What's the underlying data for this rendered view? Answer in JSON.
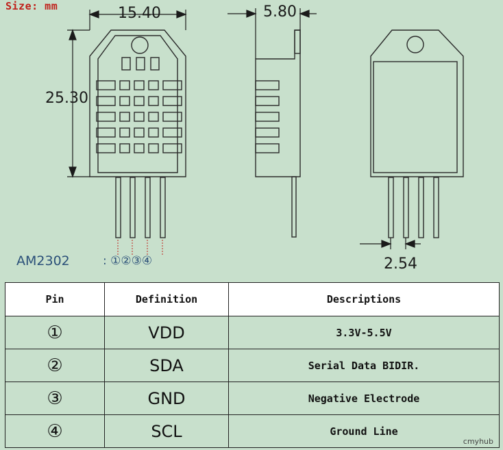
{
  "size_note": "Size: mm",
  "dimensions": {
    "width": "15.40",
    "height": "25.30",
    "depth": "5.80",
    "pitch": "2.54"
  },
  "model": "AM2302",
  "pin_sequence": ": ①②③④",
  "table": {
    "headers": [
      "Pin",
      "Definition",
      "Descriptions"
    ],
    "rows": [
      {
        "pin": "①",
        "definition": "VDD",
        "description": "3.3V-5.5V"
      },
      {
        "pin": "②",
        "definition": "SDA",
        "description": "Serial Data BIDIR."
      },
      {
        "pin": "③",
        "definition": "GND",
        "description": "Negative Electrode"
      },
      {
        "pin": "④",
        "definition": "SCL",
        "description": "Ground Line"
      }
    ]
  },
  "watermark": "cmyhub",
  "colors": {
    "background": "#c8e0cc",
    "outline": "#2a2a2a",
    "accent_red": "#c0201a",
    "label_blue": "#2a4f78"
  }
}
